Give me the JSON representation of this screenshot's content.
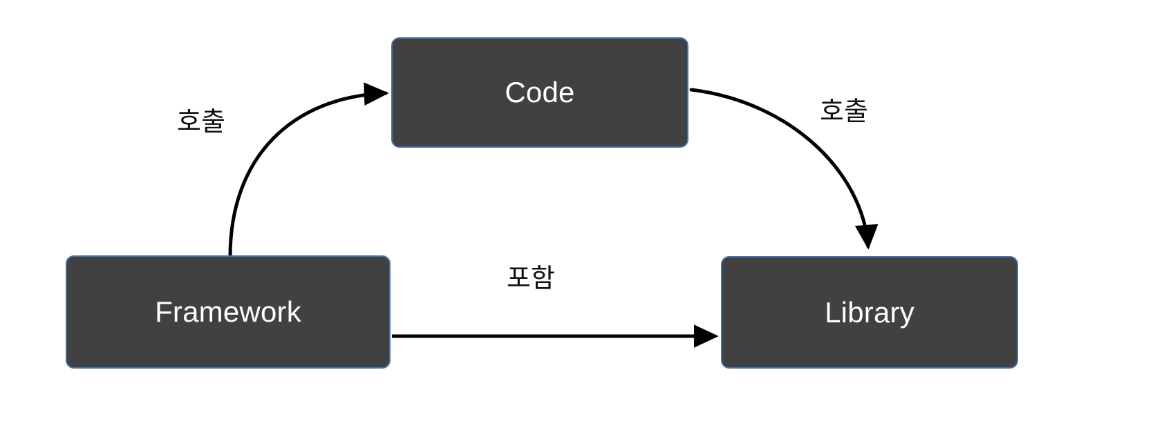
{
  "diagram": {
    "type": "relationship-diagram",
    "background_color": "#ffffff",
    "node_fill_color": "#414141",
    "node_border_color": "#4472a8",
    "node_text_color": "#ffffff",
    "edge_color": "#000000",
    "edge_label_color": "#111111",
    "nodes": [
      {
        "id": "code",
        "label": "Code"
      },
      {
        "id": "framework",
        "label": "Framework"
      },
      {
        "id": "library",
        "label": "Library"
      }
    ],
    "edges": [
      {
        "id": "framework-to-code",
        "from": "framework",
        "to": "code",
        "label": "호출",
        "style": "curved",
        "arrow": "to"
      },
      {
        "id": "code-to-library",
        "from": "code",
        "to": "library",
        "label": "호출",
        "style": "curved",
        "arrow": "to"
      },
      {
        "id": "framework-to-library",
        "from": "framework",
        "to": "library",
        "label": "포함",
        "style": "straight",
        "arrow": "to"
      }
    ]
  }
}
